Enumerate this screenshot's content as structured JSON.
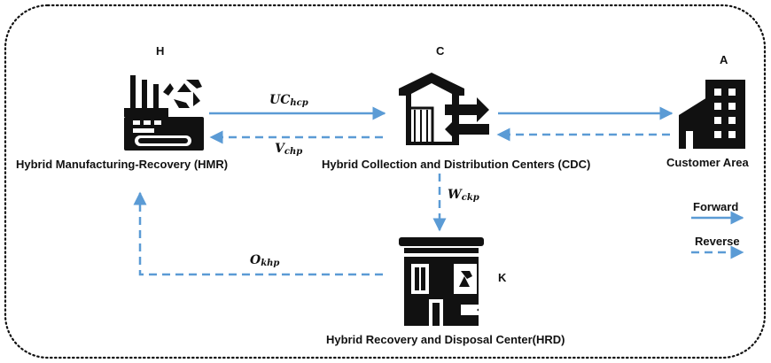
{
  "nodes": {
    "hmr": {
      "letter": "H",
      "name": "Hybrid Manufacturing-Recovery (HMR)"
    },
    "cdc": {
      "letter": "C",
      "name": "Hybrid Collection and Distribution Centers (CDC)"
    },
    "customer": {
      "letter": "A",
      "name": "Customer Area"
    },
    "hrd": {
      "letter": "K",
      "name": "Hybrid Recovery and Disposal Center(HRD)"
    }
  },
  "flows": {
    "uc": {
      "main": "UC",
      "sub": "hcp"
    },
    "v": {
      "main": "V",
      "sub": "chp"
    },
    "w": {
      "main": "W",
      "sub": "ckp"
    },
    "o": {
      "main": "O",
      "sub": "khp"
    }
  },
  "legend": {
    "forward": "Forward",
    "reverse": "Reverse"
  },
  "colors": {
    "arrow": "#5b9bd5",
    "icon": "#111111",
    "border": "#111111"
  }
}
